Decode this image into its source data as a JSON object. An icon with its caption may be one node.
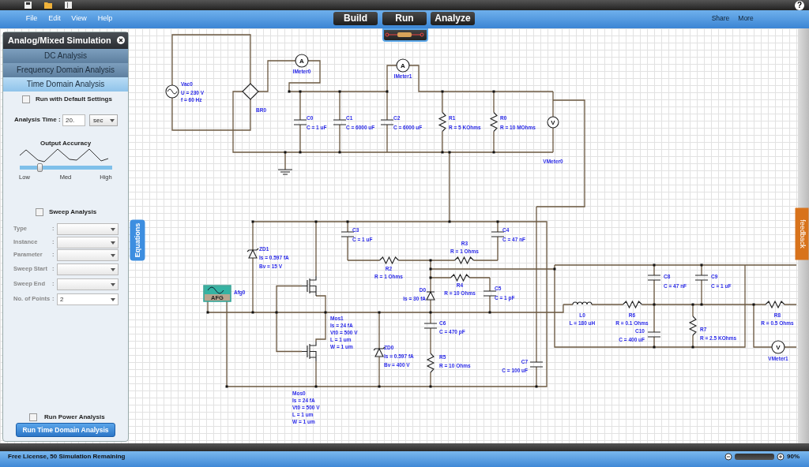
{
  "diagram": {
    "labels": [
      "File",
      "Edit",
      "View",
      "Help",
      "Build",
      "Run",
      "Analyze",
      "Share",
      "More",
      "?",
      "Analog/Mixed Simulation",
      "DC Analysis",
      "Frequency Domain Analysis",
      "Time Domain Analysis",
      "Run with Default Settings",
      "Analysis Time :",
      "20.",
      "sec",
      "Output Accuracy",
      "Low",
      "Med",
      "High",
      "Sweep Analysis",
      "Type",
      ":",
      "Instance",
      ":",
      "Parameter",
      ":",
      "Sweep Start",
      ":",
      "Sweep End",
      ":",
      "No. of Points",
      ":",
      "2",
      "Run Power Analysis",
      "Run Time Domain Analysis",
      "Equations",
      "Vac0",
      "U = 230 V",
      "f = 60 Hz",
      "BR0",
      "A",
      "IMeter0",
      "A",
      "IMeter1",
      "C0",
      "C = 1 uF",
      "C1",
      "C = 6000 uF",
      "C2",
      "C = 6000 uF",
      "R1",
      "R = 5 KOhms",
      "R0",
      "R = 10 MOhms",
      "V",
      "VMeter0",
      "feedback",
      "ZD1",
      "Is = 0.597 fA",
      "Bv = 15 V",
      "C3",
      "C = 1 uF",
      "C4",
      "C = 47 nF",
      "R3",
      "R = 1 Ohms",
      "R2",
      "R = 1 Ohms",
      "AFG",
      "Afg0",
      "D0",
      "Is = 30 fA",
      "R4",
      "R = 10 Ohms",
      "C5",
      "C = 1 pF",
      "Mos1",
      "Is = 24 fA",
      "Vt0 = 500 V",
      "L = 1 um",
      "W = 1 um",
      "C6",
      "C = 470 pF",
      "ZD0",
      "Is = 0.597 fA",
      "Bv = 400 V",
      "R5",
      "R = 10 Ohms",
      "C7",
      "C = 100 uF",
      "Mos0",
      "Is = 24 fA",
      "Vt0 = 500 V",
      "L = 1 um",
      "W = 1 um",
      "C8",
      "C = 47 nF",
      "C9",
      "C = 1 uF",
      "L0",
      "L = 180 uH",
      "R6",
      "R = 0.1 Ohms",
      "R8",
      "R = 0.5 Ohms",
      "C10",
      "C = 400 uF",
      "R7",
      "R = 2.5 KOhms",
      "V",
      "VMeter1",
      "Free License, 50 Simulation Remaining",
      "90%"
    ]
  }
}
